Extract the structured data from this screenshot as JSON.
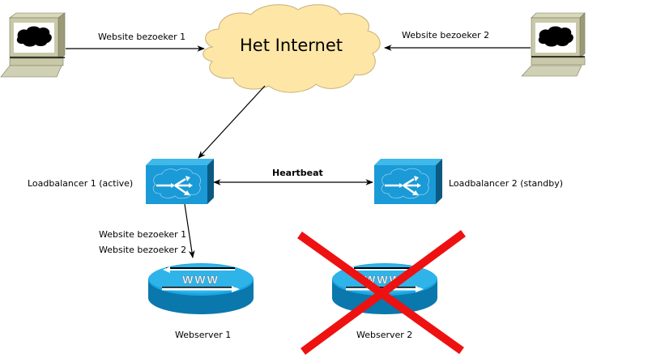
{
  "diagram": {
    "internet": {
      "label": "Het Internet",
      "fill": "#fde6a6",
      "stroke": "#c8b07a"
    },
    "visitors": [
      {
        "id": "visitor-1",
        "link_label": "Website bezoeker 1"
      },
      {
        "id": "visitor-2",
        "link_label": "Website bezoeker 2"
      }
    ],
    "loadbalancers": [
      {
        "id": "lb1",
        "label": "Loadbalancer 1 (active)",
        "state": "active"
      },
      {
        "id": "lb2",
        "label": "Loadbalancer 2 (standby)",
        "state": "standby"
      }
    ],
    "heartbeat": {
      "label": "Heartbeat"
    },
    "lb_to_server_labels": [
      "Website bezoeker 1",
      "Website bezoeker 2"
    ],
    "webservers": [
      {
        "id": "ws1",
        "label": "Webserver 1",
        "badge": "WWW",
        "status": "up"
      },
      {
        "id": "ws2",
        "label": "Webserver 2",
        "badge": "WWW",
        "status": "down"
      }
    ],
    "colors": {
      "device_blue": "#1a9ad6",
      "device_blue_dark": "#0a6a98",
      "device_blue_top": "#3fb8ea",
      "computer_body": "#c9c9aa",
      "computer_dark": "#8c8c6c",
      "failure_cross": "#ee1111"
    }
  }
}
